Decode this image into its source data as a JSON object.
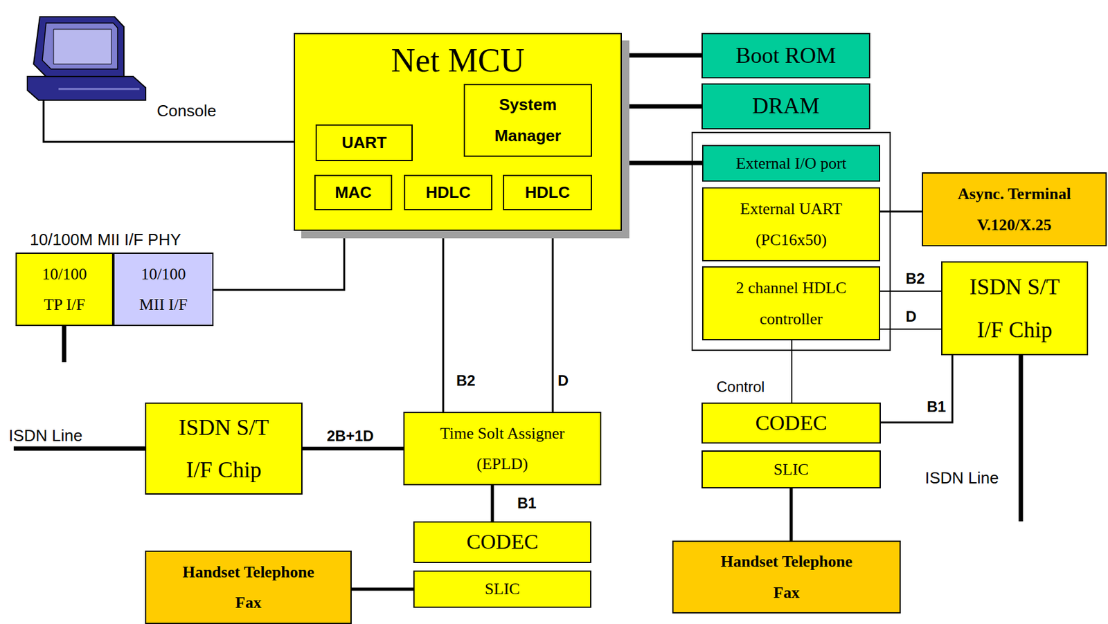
{
  "diagram": {
    "nodes": [
      {
        "text": [
          "Console"
        ]
      },
      {
        "text": [
          "Net MCU"
        ]
      },
      {
        "text": [
          "System Manager"
        ],
        "in": 1
      },
      {
        "text": [
          "UART"
        ],
        "in": 1
      },
      {
        "text": [
          "MAC"
        ],
        "in": 1
      },
      {
        "text": [
          "HDLC"
        ],
        "in": 1
      },
      {
        "text": [
          "HDLC"
        ],
        "in": 1
      },
      {
        "text": [
          "Boot ROM"
        ]
      },
      {
        "text": [
          "DRAM"
        ]
      },
      {
        "text": [
          "External I/O port"
        ]
      },
      {
        "text": [
          "External UART (PC16x50)"
        ]
      },
      {
        "text": [
          "Async. Terminal V.120/X.25"
        ]
      },
      {
        "text": [
          "10/100 TP I/F"
        ]
      },
      {
        "text": [
          "10/100 MII I/F"
        ]
      },
      {
        "text": [
          "2 channel HDLC controller"
        ]
      },
      {
        "text": [
          "ISDN S/T I/F Chip"
        ]
      },
      {
        "text": [
          "ISDN S/T I/F Chip"
        ]
      },
      {
        "text": [
          "Time Solt Assigner (EPLD)"
        ]
      },
      {
        "text": [
          "CODEC"
        ]
      },
      {
        "text": [
          "SLIC"
        ]
      },
      {
        "text": [
          "CODEC"
        ]
      },
      {
        "text": [
          "SLIC"
        ]
      },
      {
        "text": [
          "Handset Telephone Fax"
        ]
      },
      {
        "text": [
          "Handset Telephone Fax"
        ]
      }
    ],
    "edges": [
      {
        "from": 0,
        "to": 1,
        "arrow": "none"
      },
      {
        "from": 1,
        "to": 7,
        "arrow": "none"
      },
      {
        "from": 1,
        "to": 8,
        "arrow": "none"
      },
      {
        "from": 1,
        "to": 9,
        "arrow": "none"
      },
      {
        "from": 4,
        "to": 13,
        "arrow": "none"
      },
      {
        "from": 5,
        "to": 17,
        "label": "B2",
        "arrow": "none"
      },
      {
        "from": 6,
        "to": 17,
        "label": "D",
        "arrow": "none"
      },
      {
        "from": 16,
        "to": 17,
        "label": "2B+1D",
        "arrow": "none"
      },
      {
        "from": 17,
        "to": 20,
        "label": "B1",
        "arrow": "none"
      },
      {
        "from": 21,
        "to": 22,
        "arrow": "none"
      },
      {
        "from": 10,
        "to": 11,
        "arrow": "none"
      },
      {
        "from": 14,
        "to": 15,
        "label": "B2",
        "arrow": "none"
      },
      {
        "from": 14,
        "to": 15,
        "label": "D",
        "arrow": "none"
      },
      {
        "from": 14,
        "to": 18,
        "label": "Control",
        "arrow": "none"
      },
      {
        "from": 15,
        "to": 18,
        "label": "B1",
        "arrow": "none"
      },
      {
        "from": 19,
        "to": 23,
        "arrow": "none"
      }
    ],
    "labels": [
      "10/100M MII I/F PHY",
      "ISDN Line",
      "ISDN Line"
    ]
  }
}
